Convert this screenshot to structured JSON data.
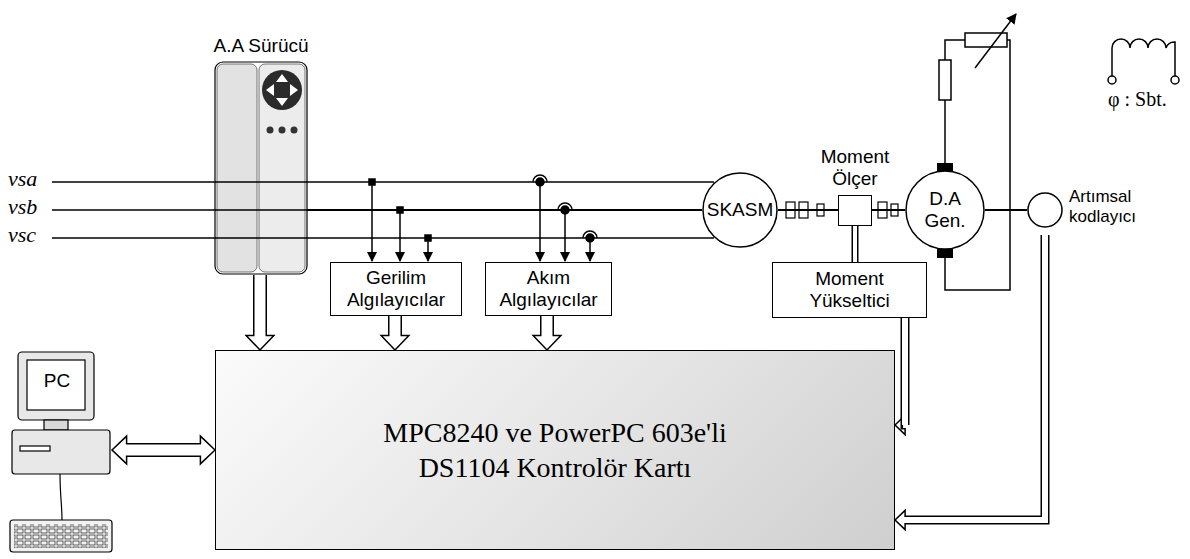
{
  "diagram": {
    "nodes": [
      {
        "text": [
          "A.A Sürücü"
        ]
      },
      {
        "text": [
          "Gerilim Algılayıcılar"
        ]
      },
      {
        "text": [
          "Akım Algılayıcılar"
        ]
      },
      {
        "text": [
          "SKASM"
        ]
      },
      {
        "text": [
          "Moment Ölçer"
        ]
      },
      {
        "text": [
          "Moment Yükseltici"
        ]
      },
      {
        "text": [
          "D.A Gen."
        ]
      },
      {
        "text": [
          "Artımsal kodlayıcı"
        ]
      },
      {
        "text": [
          "MPC8240 ve PowerPC 603e'li DS1104 Kontrolör Kartı"
        ]
      },
      {
        "text": [
          "PC"
        ]
      }
    ],
    "edges": [
      {
        "from": 0,
        "to": 8,
        "arrow": "to"
      },
      {
        "from": 1,
        "to": 8,
        "arrow": "to"
      },
      {
        "from": 2,
        "to": 8,
        "arrow": "to"
      },
      {
        "from": 5,
        "to": 8,
        "arrow": "to"
      },
      {
        "from": 7,
        "to": 8,
        "arrow": "to"
      },
      {
        "from": 9,
        "to": 8,
        "arrow": "both"
      },
      {
        "from": 4,
        "to": 5,
        "arrow": "none"
      },
      {
        "from": 0,
        "to": 3,
        "arrow": "none"
      },
      {
        "from": 3,
        "to": 4,
        "arrow": "none"
      },
      {
        "from": 4,
        "to": 6,
        "arrow": "none"
      },
      {
        "from": 6,
        "to": 7,
        "arrow": "none"
      }
    ],
    "labels": [
      "vsa",
      "vsb",
      "vsc",
      "φ : Sbt."
    ]
  }
}
